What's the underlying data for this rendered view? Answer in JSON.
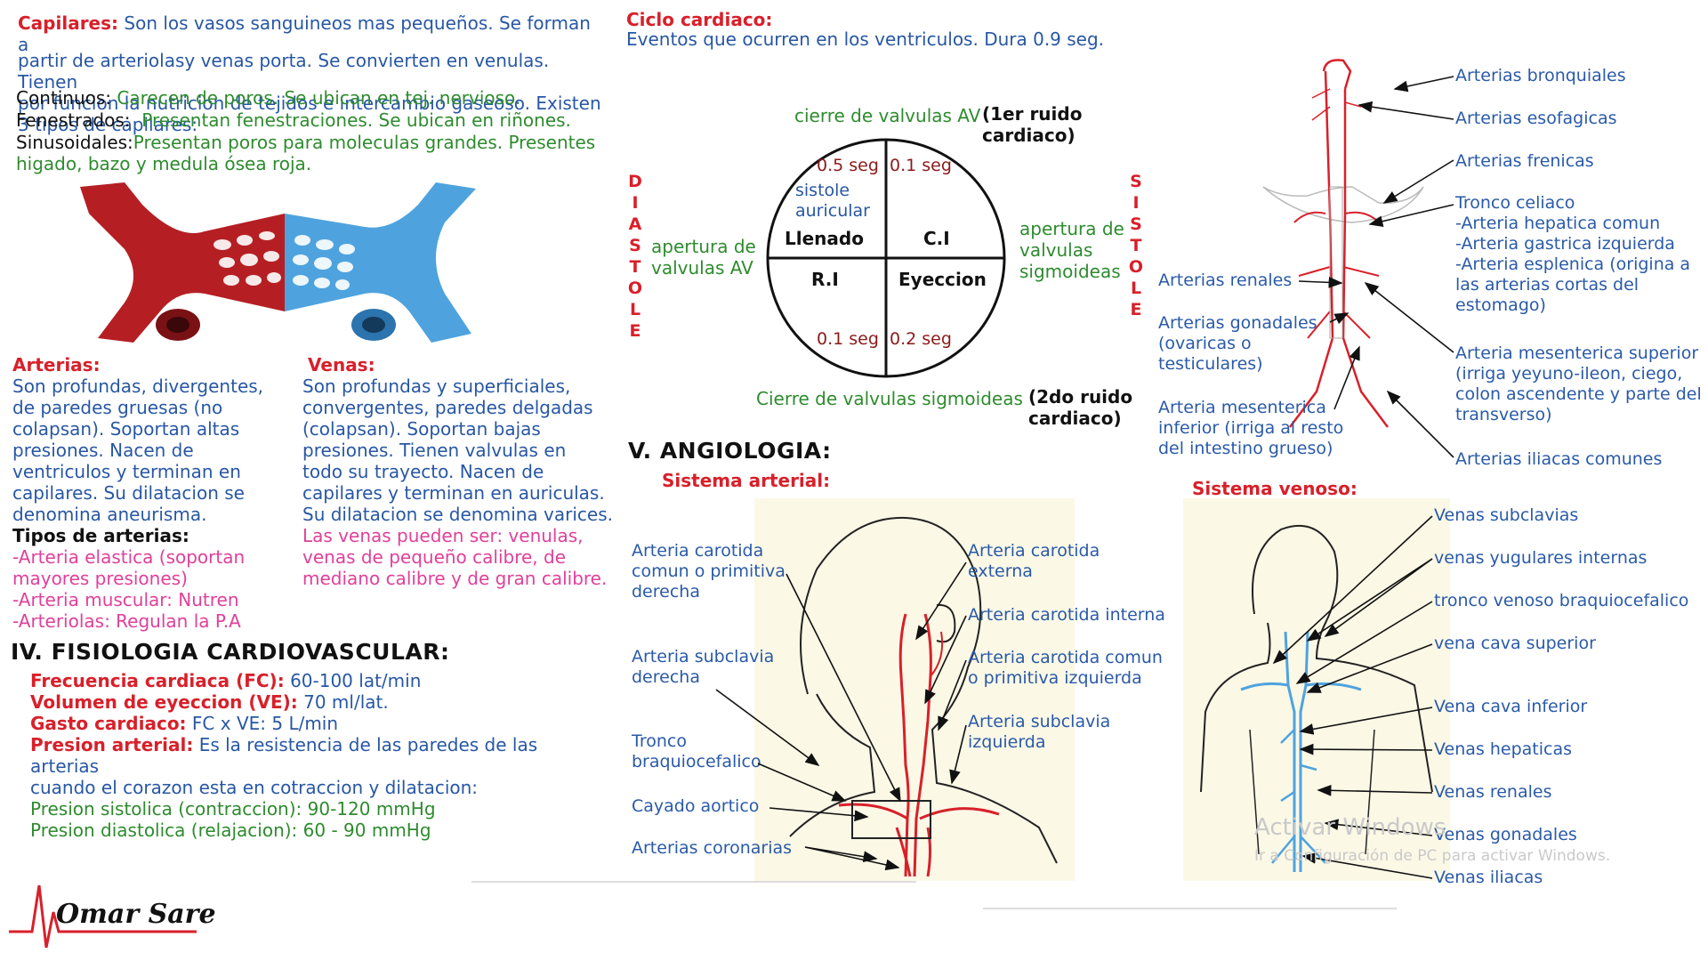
{
  "capilares": {
    "title": "Capilares:",
    "line1": "Son los vasos sanguineos mas pequeños. Se forman a",
    "line2": "partir de arteriolasy venas porta. Se convierten en venulas. Tienen",
    "line3": "por funcion la nutricion de tejidos e intercambio gaseoso. Existen",
    "line4": "3 tipos de capilares:",
    "types": [
      {
        "name": "Continuos:",
        "desc": "Carecen de poros. Se ubican en tej. nervioso."
      },
      {
        "name": "Fenestrados:",
        "desc": "Presentan fenestraciones. Se ubican en riñones."
      },
      {
        "name": "Sinusoidales:",
        "desc": "Presentan poros para moleculas grandes. Presentes"
      }
    ],
    "sinus_line2": "higado, bazo y medula ósea roja."
  },
  "arterias": {
    "title": "Arterias:",
    "lines": [
      "Son profundas, divergentes,",
      "de paredes gruesas (no",
      "colapsan). Soportan altas",
      "presiones. Nacen de",
      "ventriculos y terminan en",
      "capilares. Su dilatacion se",
      "denomina aneurisma."
    ],
    "tipos_title": "Tipos de arterias:",
    "tipos": [
      "-Arteria elastica (soportan",
      "mayores presiones)",
      "-Arteria muscular: Nutren",
      "-Arteriolas: Regulan la P.A"
    ]
  },
  "venas": {
    "title": "Venas:",
    "lines": [
      "Son profundas y superficiales,",
      "convergentes, paredes delgadas",
      "(colapsan). Soportan bajas",
      "presiones. Tienen valvulas en",
      "todo su trayecto. Nacen de",
      "capilares y terminan en auriculas.",
      "Su dilatacion se denomina varices."
    ],
    "extra": [
      "Las venas pueden ser: venulas,",
      "venas de pequeño calibre, de",
      "mediano calibre y de gran calibre."
    ]
  },
  "fisiologia": {
    "title": "IV. FISIOLOGIA CARDIOVASCULAR:",
    "items": [
      {
        "label": "Frecuencia cardiaca (FC):",
        "value": "60-100 lat/min"
      },
      {
        "label": "Volumen de eyeccion (VE):",
        "value": "70 ml/lat."
      },
      {
        "label": "Gasto cardiaco:",
        "value": "FC x VE: 5 L/min"
      },
      {
        "label": "Presion arterial:",
        "value": "Es la resistencia de las paredes de las arterias"
      }
    ],
    "pa_line2": "cuando el corazon esta en cotraccion y dilatacion:",
    "sistolica": "Presion sistolica (contraccion): 90-120 mmHg",
    "diastolica": "Presion diastolica (relajacion): 60 - 90 mmHg"
  },
  "ciclo": {
    "title": "Ciclo cardiaco:",
    "subtitle": "Eventos que ocurren en los ventriculos. Dura 0.9 seg.",
    "top_label": "cierre de valvulas AV",
    "top_note1": "(1er ruido",
    "top_note2": "cardiaco)",
    "bottom_label": "Cierre de valvulas sigmoideas",
    "bottom_note1": "(2do ruido",
    "bottom_note2": "cardiaco)",
    "left_label1": "apertura de",
    "left_label2": "valvulas AV",
    "right_label1": "apertura de",
    "right_label2": "valvulas",
    "right_label3": "sigmoideas",
    "diastole": [
      "D",
      "I",
      "A",
      "S",
      "T",
      "O",
      "L",
      "E"
    ],
    "sistole": [
      "S",
      "I",
      "S",
      "T",
      "O",
      "L",
      "E"
    ],
    "q_tl_time": "0.5 seg",
    "q_tr_time": "0.1 seg",
    "q_bl_time": "0.1 seg",
    "q_br_time": "0.2 seg",
    "sistole_aur1": "sistole",
    "sistole_aur2": "auricular",
    "llenado": "Llenado",
    "ci": "C.I",
    "ri": "R.I",
    "eyeccion": "Eyeccion"
  },
  "angiologia": {
    "title": "V. ANGIOLOGIA:",
    "arterial_title": "Sistema arterial:",
    "venoso_title": "Sistema venoso:"
  },
  "arterial_labels": {
    "carotida_der": [
      "Arteria carotida",
      "comun o primitiva",
      "derecha"
    ],
    "subclavia_der": [
      "Arteria subclavia",
      "derecha"
    ],
    "tronco_braq": [
      "Tronco",
      "braquiocefalico"
    ],
    "cayado": "Cayado aortico",
    "coronarias": "Arterias coronarias",
    "carotida_ext": [
      "Arteria carotida",
      "externa"
    ],
    "carotida_int": "Arteria carotida interna",
    "carotida_izq": [
      "Arteria carotida comun",
      "o primitiva izquierda"
    ],
    "subclavia_izq": [
      "Arteria subclavia",
      "izquierda"
    ]
  },
  "aorta_labels": {
    "bronquiales": "Arterias bronquiales",
    "esofagicas": "Arterias esofagicas",
    "frenicas": "Arterias frenicas",
    "celiaco": [
      "Tronco celiaco",
      "-Arteria hepatica comun",
      "-Arteria gastrica izquierda",
      "-Arteria esplenica (origina a",
      "las arterias cortas del",
      "estomago)"
    ],
    "renales": "Arterias renales",
    "gonadales": [
      "Arterias gonadales",
      "(ovaricas o",
      "testiculares)"
    ],
    "mes_inf": [
      "Arteria mesenterica",
      "inferior (irriga al resto",
      "del intestino grueso)"
    ],
    "mes_sup": [
      "Arteria mesenterica superior",
      "(irriga yeyuno-ileon, ciego,",
      "colon ascendente y parte del",
      "transverso)"
    ],
    "iliacas": "Arterias iliacas comunes"
  },
  "venoso_labels": {
    "subclavias": "Venas subclavias",
    "yugulares": "venas yugulares internas",
    "braquio": "tronco venoso braquiocefalico",
    "cava_sup": "vena cava superior",
    "cava_inf": "Vena cava inferior",
    "hepaticas": "Venas hepaticas",
    "renales": "Venas renales",
    "gonadales": "Venas gonadales",
    "iliacas": "Venas iliacas"
  },
  "watermark": {
    "line1": "Activar Windows",
    "line2": "Ir a Configuración de PC para activar Windows."
  },
  "logo": {
    "text": "Omar Sare"
  }
}
